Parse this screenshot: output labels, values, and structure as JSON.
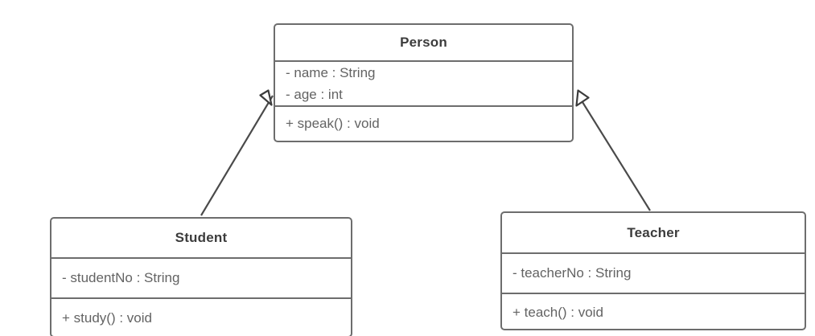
{
  "diagram": {
    "type": "uml-class-diagram",
    "background_color": "#ffffff",
    "stroke_color": "#6d6d6d",
    "title_color": "#3c3c3c",
    "member_color": "#636363"
  },
  "classes": {
    "person": {
      "name": "Person",
      "attributes": [
        "- name : String",
        "- age : int"
      ],
      "operations": [
        "+ speak() : void"
      ]
    },
    "student": {
      "name": "Student",
      "attributes": [
        "- studentNo : String"
      ],
      "operations": [
        "+ study() : void"
      ]
    },
    "teacher": {
      "name": "Teacher",
      "attributes": [
        "- teacherNo : String"
      ],
      "operations": [
        "+ teach() : void"
      ]
    }
  },
  "relationships": [
    {
      "kind": "generalization",
      "from": "Student",
      "to": "Person",
      "arrow": "hollow-triangle"
    },
    {
      "kind": "generalization",
      "from": "Teacher",
      "to": "Person",
      "arrow": "hollow-triangle"
    }
  ]
}
